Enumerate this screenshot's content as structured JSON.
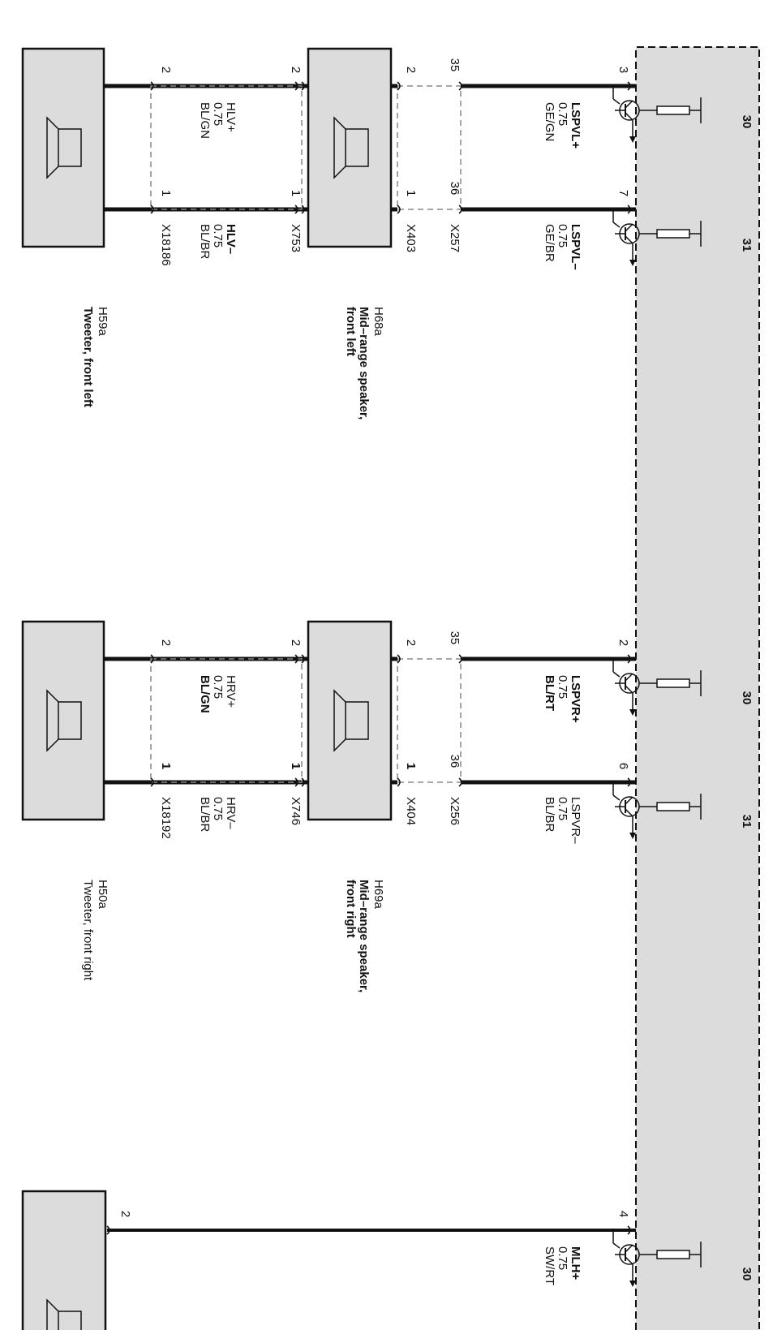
{
  "colors": {
    "module_fill": "#dcdcdc",
    "wire": "#111111",
    "background": "#ffffff"
  },
  "output_stages": [
    {
      "label": "30"
    },
    {
      "label": "31"
    },
    {
      "label": "30"
    },
    {
      "label": "31"
    },
    {
      "label": "30"
    }
  ],
  "circuits": [
    {
      "plus": {
        "module_pin": "3",
        "name": "LSPVL+",
        "gauge": "0.75",
        "color": "GE/GN",
        "connA_pin": "35",
        "connB_pin": "2",
        "spk_pin": "2",
        "tw_wire": {
          "name": "HLV+",
          "gauge": "0.75",
          "color": "BL/GN"
        },
        "tw_pin": "2"
      },
      "minus": {
        "module_pin": "7",
        "name": "LSPVL–",
        "gauge": "0.75",
        "color": "GE/BR",
        "connA_pin": "36",
        "connB_pin": "1",
        "spk_pin": "1",
        "tw_wire": {
          "name": "HLV–",
          "gauge": "0.75",
          "color": "BL/BR"
        },
        "tw_pin": "1"
      },
      "connA": "X257",
      "connB": "X403",
      "connS": "X753",
      "connT": "X18186",
      "midrange": {
        "id": "H68a",
        "name_line1": "Mid–range speaker,",
        "name_line2": "front left"
      },
      "tweeter": {
        "id": "H59a",
        "name": "Tweeter, front left"
      }
    },
    {
      "plus": {
        "module_pin": "2",
        "name": "LSPVR+",
        "gauge": "0.75",
        "color": "BL/RT",
        "connA_pin": "35",
        "connB_pin": "2",
        "spk_pin": "2",
        "tw_wire": {
          "name": "HRV+",
          "gauge": "0.75",
          "color": "BL/GN"
        },
        "tw_pin": "2"
      },
      "minus": {
        "module_pin": "6",
        "name": "LSPVR–",
        "gauge": "0.75",
        "color": "BL/BR",
        "connA_pin": "36",
        "connB_pin": "1",
        "spk_pin": "1",
        "tw_wire": {
          "name": "HRV–",
          "gauge": "0.75",
          "color": "BL/BR"
        },
        "tw_pin": "1"
      },
      "connA": "X256",
      "connB": "X404",
      "connS": "X746",
      "connT": "X18192",
      "midrange": {
        "id": "H69a",
        "name_line1": "Mid–range speaker,",
        "name_line2": "front right"
      },
      "tweeter": {
        "id": "H50a",
        "name": "Tweeter, front right"
      }
    }
  ],
  "partial_circuit": {
    "plus": {
      "module_pin": "4",
      "name": "MLH+",
      "gauge": "0.75",
      "color": "SW/RT",
      "spk_pin": "2"
    }
  }
}
